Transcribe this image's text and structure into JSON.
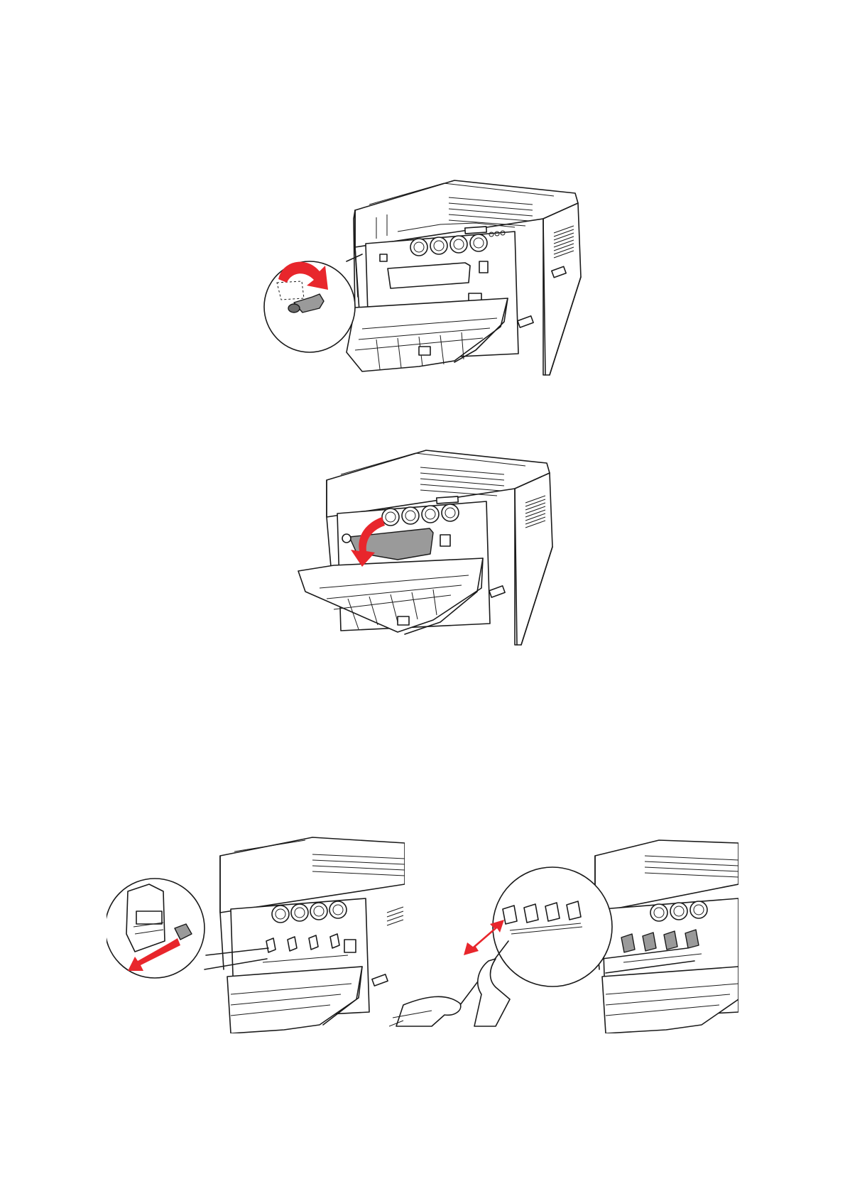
{
  "page": {
    "background": "#ffffff"
  },
  "colors": {
    "arrow": "#e8262c",
    "line": "#1a1a1a",
    "part_fill": "#9a9a9a"
  },
  "figures": [
    {
      "id": "release-lever",
      "icon": "curved-arrow-counterclockwise-icon"
    },
    {
      "id": "open-cover",
      "icon": "curved-arrow-down-icon"
    },
    {
      "id": "remove-cleaning-rod",
      "icon": "straight-arrow-icon"
    },
    {
      "id": "clean-led-heads",
      "icon": "double-arrow-icon"
    }
  ]
}
